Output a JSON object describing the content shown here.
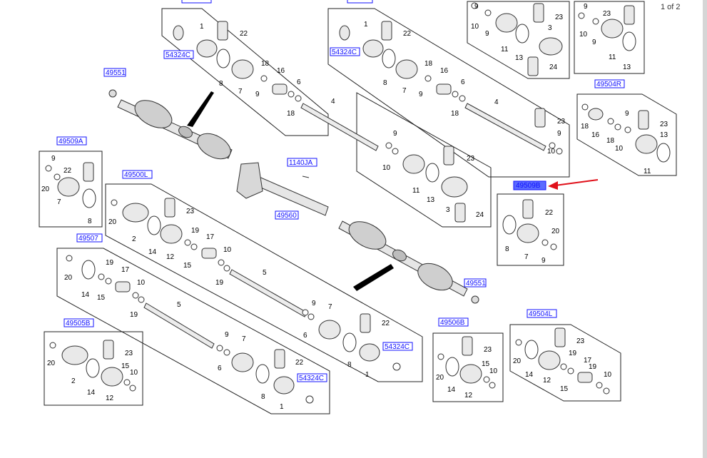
{
  "pager": "1 of 2",
  "colors": {
    "label_text": "#1010ff",
    "label_border": "#1010ff",
    "highlight_fill": "#5b6bff",
    "arrow": "#e0101a"
  },
  "codes": {
    "c49551a": "49551",
    "c49509a": "49509A",
    "c49500l": "49500L",
    "c49507": "49507",
    "c49505b": "49505B",
    "c1140ja": "1140JA",
    "c49560": "49560",
    "c49509b": "49509B",
    "c49504r": "49504R",
    "c49506b": "49506B",
    "c49504l": "49504L",
    "c49551b": "49551",
    "c54324a": "54324C",
    "c54324b": "54324C",
    "c54324c": "54324C",
    "c54324d": "54324C"
  },
  "nums": {
    "p1": "1",
    "p2": "2",
    "p3": "3",
    "p4": "4",
    "p5": "5",
    "p6": "6",
    "p7": "7",
    "p8": "8",
    "p9": "9",
    "p10": "10",
    "p11": "11",
    "p12": "12",
    "p13": "13",
    "p14": "14",
    "p15": "15",
    "p16": "16",
    "p17": "17",
    "p18": "18",
    "p19": "19",
    "p20": "20",
    "p22": "22",
    "p23": "23",
    "p24": "24"
  }
}
